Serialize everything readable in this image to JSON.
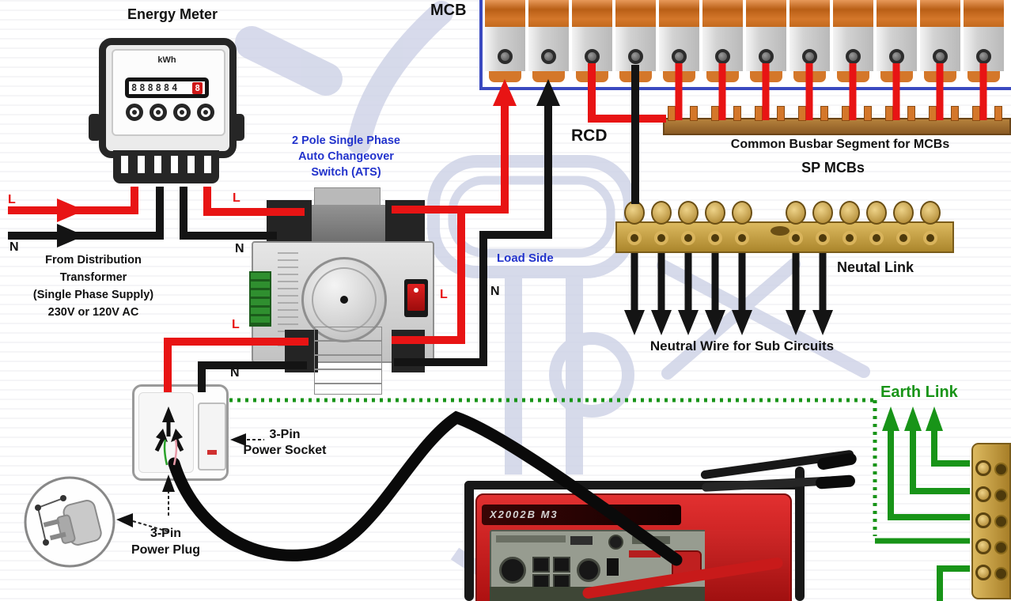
{
  "meter": {
    "title": "Energy Meter",
    "kwh": "kWh",
    "digits": "888884",
    "red_digit": "8"
  },
  "ats": {
    "label_line1": "2 Pole Single Phase",
    "label_line2": "Auto Changeover",
    "label_line3": "Switch (ATS)"
  },
  "panel": {
    "mcb": "MCB",
    "rcd": "RCD",
    "busbar_label": "Common Busbar Segment for MCBs",
    "sp_mcbs": "SP MCBs"
  },
  "neutral": {
    "link_label": "Neutal Link",
    "sub_circuits": "Neutral Wire for Sub Circuits"
  },
  "earth": {
    "label": "Earth Link"
  },
  "supply": {
    "line1": "From Distribution",
    "line2": "Transformer",
    "line3": "(Single Phase Supply)",
    "line4": "230V or 120V AC"
  },
  "load_side": "Load Side",
  "socket": {
    "label_line1": "3-Pin",
    "label_line2": "Power Socket"
  },
  "plug": {
    "label_line1": "3-Pin",
    "label_line2": "Power Plug"
  },
  "generator": {
    "model": "X2002B M3"
  },
  "wire_labels": {
    "live": "L",
    "neutral": "N"
  },
  "colors": {
    "live_wire": "#e81414",
    "neutral_wire": "#141414",
    "earth_wire": "#189418",
    "ats_label_blue": "#2233cc",
    "panel_border_blue": "#3a49c0",
    "mcb_orange": "#d4772a",
    "brass": "#c9a23f",
    "generator_red": "#c81a1a"
  },
  "counts": {
    "mcb_modules": 12,
    "sp_mcb_wires": 8,
    "busbar_pins": 16,
    "neutral_screws": 11,
    "neutral_arrows": 7,
    "earth_terminals": 5,
    "meter_terminals": 4
  }
}
